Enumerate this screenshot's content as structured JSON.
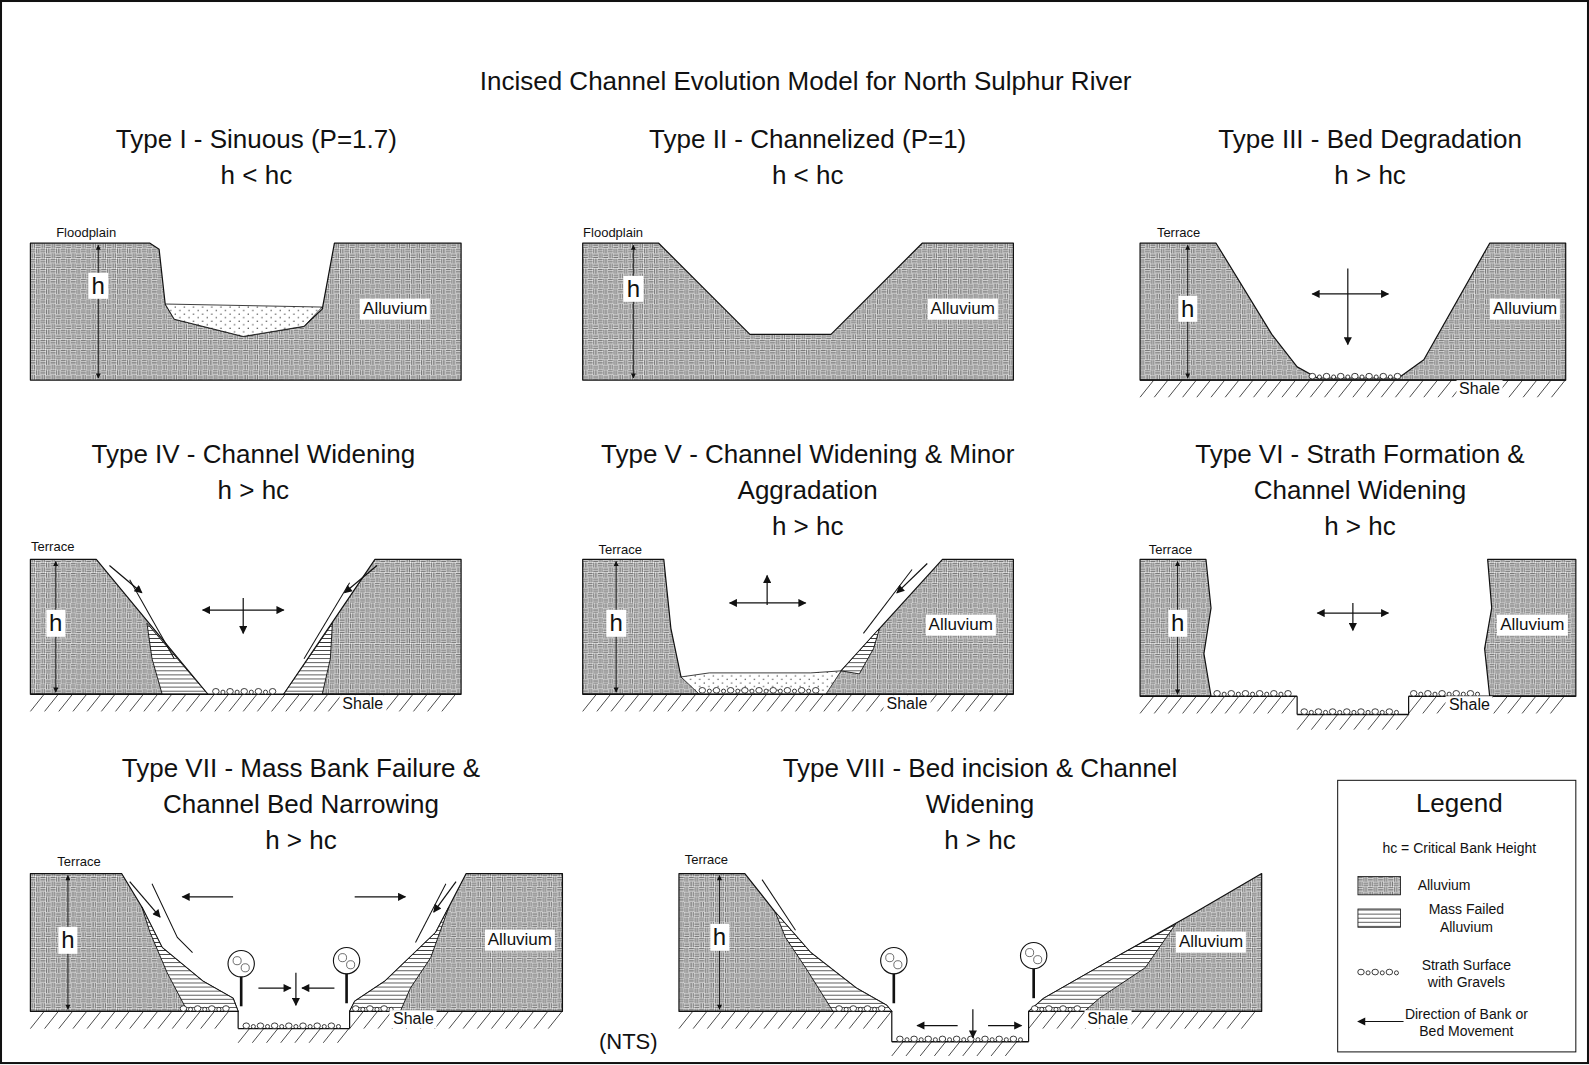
{
  "diagram": {
    "title": "Incised Channel Evolution Model for North Sulphur River",
    "nodes": [
      {
        "text": [
          "Type I - Sinuous (P=1.7)",
          "h < hc"
        ]
      },
      {
        "text": [
          "Type II - Channelized (P=1)",
          "h < hc"
        ]
      },
      {
        "text": [
          "Type III - Bed Degradation",
          "h > hc"
        ]
      },
      {
        "text": [
          "Type IV - Channel Widening",
          "h > hc"
        ]
      },
      {
        "text": [
          "Type V - Channel Widening & Minor Aggradation",
          "h > hc"
        ]
      },
      {
        "text": [
          "Type VI - Strath Formation & Channel Widening",
          "h > hc"
        ]
      },
      {
        "text": [
          "Type VII - Mass Bank Failure & Channel Bed Narrowing",
          "h > hc"
        ]
      },
      {
        "text": [
          "Type VIII - Bed incision & Channel Widening",
          "h > hc"
        ]
      }
    ],
    "labels": [
      "Floodplain",
      "h",
      "Alluvium",
      "Floodplain",
      "h",
      "Alluvium",
      "Terrace",
      "h",
      "Alluvium",
      "Shale",
      "Terrace",
      "h",
      "Shale",
      "Terrace",
      "h",
      "Alluvium",
      "Shale",
      "Terrace",
      "h",
      "Alluvium",
      "Shale",
      "Terrace",
      "h",
      "Alluvium",
      "Shale",
      "Terrace",
      "h",
      "Alluvium",
      "Shale",
      "(NTS)",
      "Legend"
    ],
    "legend": [
      {
        "text": "hc = Critical Bank Height"
      },
      {
        "text": "Alluvium"
      },
      {
        "text": "Mass Failed Alluvium"
      },
      {
        "text": "Strath Surface with Gravels"
      },
      {
        "text": "Direction of Bank or Bed Movement"
      }
    ]
  }
}
